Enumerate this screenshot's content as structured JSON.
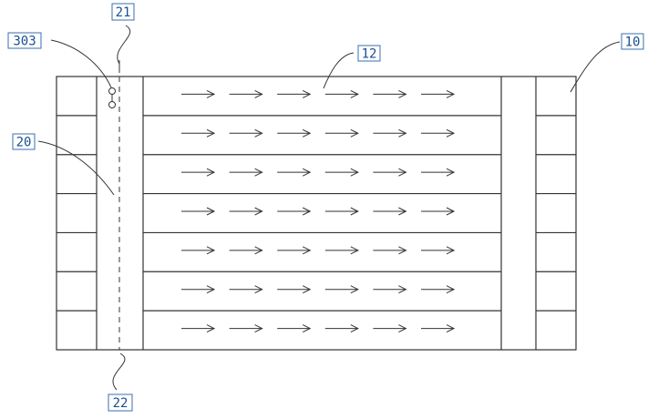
{
  "labels": {
    "l303": "303",
    "l21": "21",
    "l12": "12",
    "l10": "10",
    "l20": "20",
    "l22": "22"
  },
  "rows": 7,
  "arrows_per_row": 6,
  "colors": {
    "line": "#333333",
    "label_border": "#3a6fb0",
    "label_text": "#1a4f8f"
  }
}
